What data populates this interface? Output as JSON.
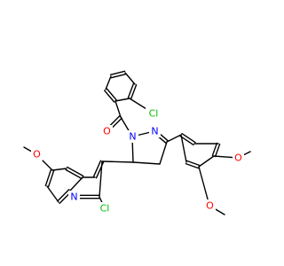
{
  "colors": {
    "bond": "#000000",
    "carbon": "#000000",
    "oxygen": "#ff0000",
    "nitrogen": "#0000ff",
    "chlorine": "#00c000",
    "background": "#ffffff"
  },
  "atom_labels": [
    {
      "id": "cl1",
      "text": "Cl",
      "element": "Cl"
    },
    {
      "id": "o1",
      "text": "O",
      "element": "O"
    },
    {
      "id": "n1",
      "text": "N",
      "element": "N"
    },
    {
      "id": "n2",
      "text": "N",
      "element": "N"
    },
    {
      "id": "o2",
      "text": "O",
      "element": "O"
    },
    {
      "id": "o3",
      "text": "O",
      "element": "O"
    },
    {
      "id": "o4",
      "text": "O",
      "element": "O"
    },
    {
      "id": "n3",
      "text": "N",
      "element": "N"
    },
    {
      "id": "cl2",
      "text": "Cl",
      "element": "Cl"
    }
  ]
}
